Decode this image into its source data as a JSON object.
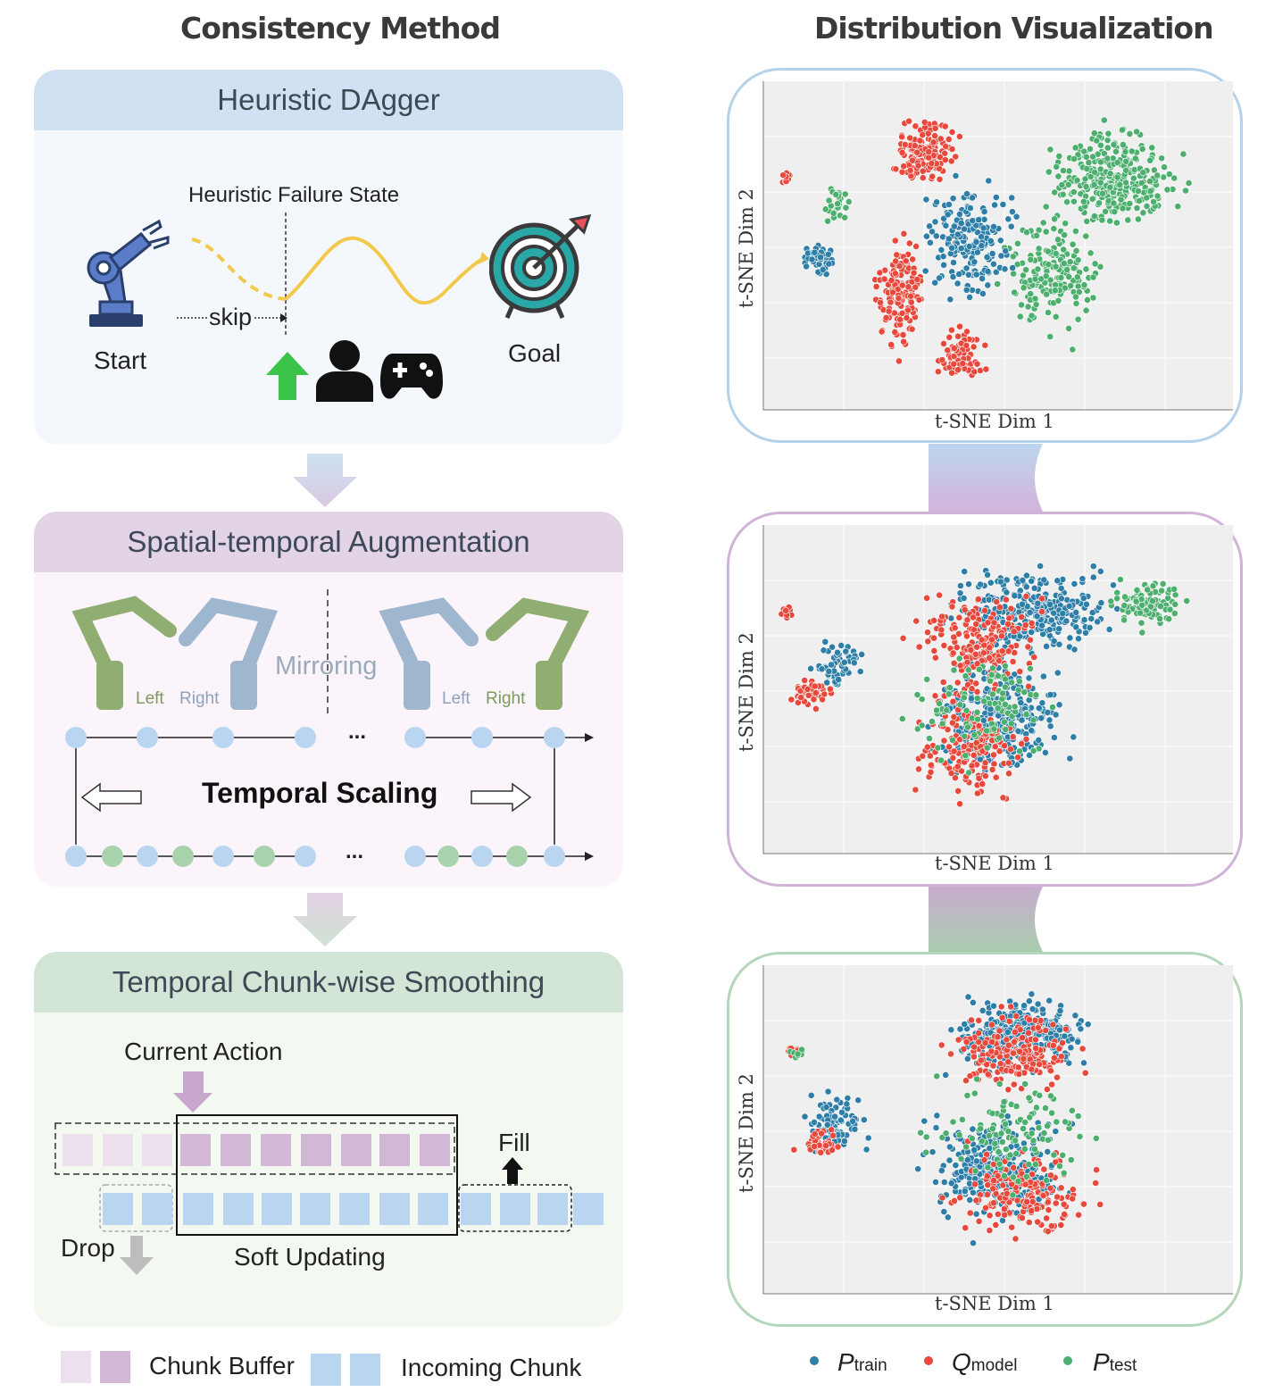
{
  "titles": {
    "left": "Consistency Method",
    "right": "Distribution Visualization"
  },
  "panel1": {
    "header": "Heuristic DAgger",
    "failure_label": "Heuristic Failure State",
    "skip_label": "skip",
    "start_label": "Start",
    "goal_label": "Goal"
  },
  "panel2": {
    "header": "Spatial-temporal Augmentation",
    "mirroring_label": "Mirroring",
    "left_label_a": "Left",
    "right_label_a": "Right",
    "left_label_b": "Left",
    "right_label_b": "Right",
    "ellipsis_top": "...",
    "ellipsis_bottom": "...",
    "temporal_scaling": "Temporal Scaling"
  },
  "panel3": {
    "header": "Temporal Chunk-wise Smoothing",
    "current_action": "Current Action",
    "fill_label": "Fill",
    "drop_label": "Drop",
    "soft_updating": "Soft Updating"
  },
  "legend_left": {
    "chunk_buffer": "Chunk Buffer",
    "incoming_chunk": "Incoming Chunk"
  },
  "plots": {
    "xlabel": "t-SNE Dim 1",
    "ylabel": "t-SNE Dim 2"
  },
  "legend_right": {
    "p_train_main": "P",
    "p_train_sub": "train",
    "q_model_main": "Q",
    "q_model_sub": "model",
    "p_test_main": "P",
    "p_test_sub": "test"
  },
  "colors": {
    "train": "#2e7fa8",
    "model": "#e8493c",
    "test": "#4caf6e",
    "header1": "#cfe1f2",
    "header2": "#e3d3e6",
    "header3": "#d3e5d6",
    "body1": "#f4f8fc",
    "body2": "#fbf5fb",
    "body3": "#f3f8f1",
    "buffer_light": "#ecdfee",
    "buffer_dark": "#d3b7d6",
    "incoming": "#b9d5ef"
  }
}
